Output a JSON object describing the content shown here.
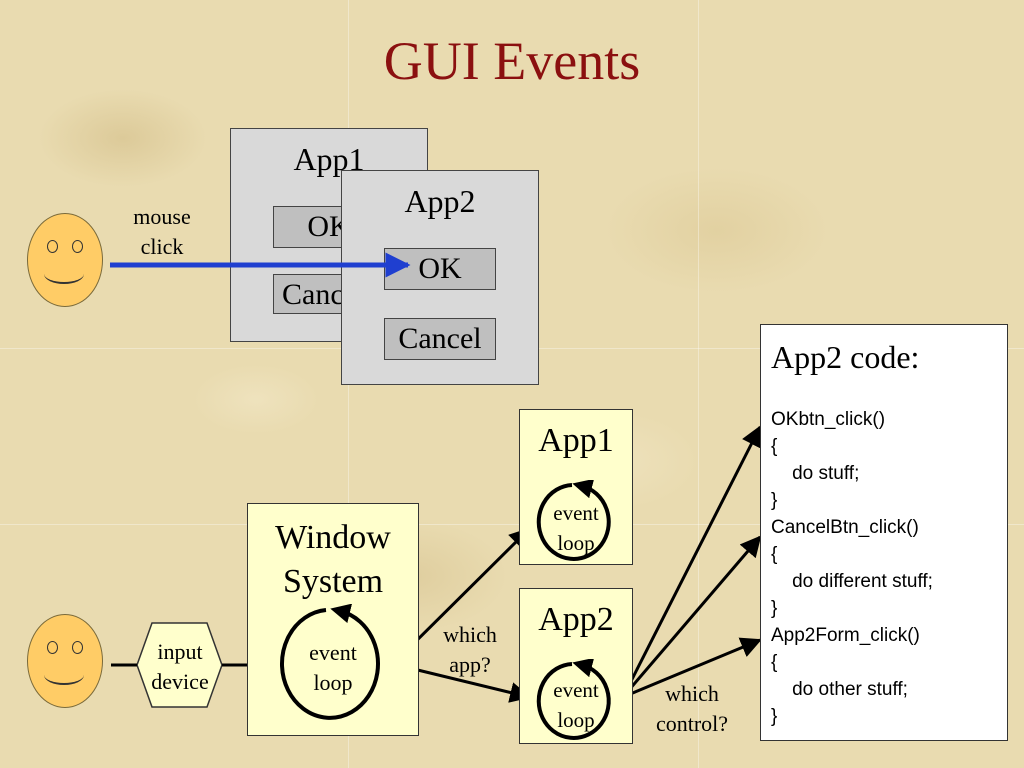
{
  "title": "GUI Events",
  "top_windows": {
    "app1": {
      "title": "App1",
      "ok_label": "OK",
      "cancel_label": "Cancel"
    },
    "app2": {
      "title": "App2",
      "ok_label": "OK",
      "cancel_label": "Cancel"
    }
  },
  "mouse_click_label": [
    "mouse",
    "click"
  ],
  "input_device_label": [
    "input",
    "device"
  ],
  "window_system": {
    "title": [
      "Window",
      "System"
    ],
    "loop_label": [
      "event",
      "loop"
    ]
  },
  "which_app_label": [
    "which",
    "app?"
  ],
  "which_control_label": [
    "which",
    "control?"
  ],
  "app_boxes": [
    {
      "title": "App1",
      "loop_label": [
        "event",
        "loop"
      ]
    },
    {
      "title": "App2",
      "loop_label": [
        "event",
        "loop"
      ]
    }
  ],
  "code_panel": {
    "title": "App2 code:",
    "lines": [
      "OKbtn_click()",
      "{",
      "    do stuff;",
      "}",
      "CancelBtn_click()",
      "{",
      "    do different stuff;",
      "}",
      "App2Form_click()",
      "{",
      "    do other stuff;",
      "}"
    ]
  },
  "colors": {
    "title": "#8b1010",
    "click_arrow": "#1f3fd0",
    "face": "#ffcc66",
    "event_box": "#ffffcc",
    "window": "#d9d9d9",
    "button": "#bfbfbf"
  }
}
